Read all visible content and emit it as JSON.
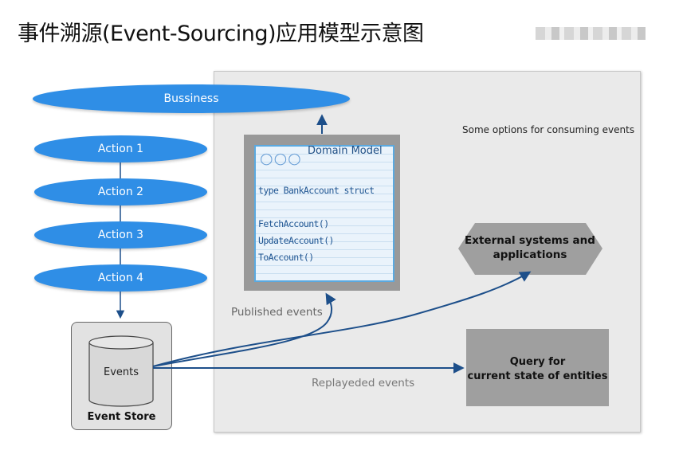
{
  "title": "事件溯源(Event-Sourcing)应用模型示意图",
  "business_label": "Bussiness",
  "actions": [
    "Action 1",
    "Action 2",
    "Action 3",
    "Action 4"
  ],
  "panel_note": "Some options for consuming events",
  "domain_model": {
    "title": "Domain Model",
    "struct_line": "type BankAccount struct",
    "methods": [
      "FetchAccount()",
      "UpdateAccount()",
      "ToAccount()"
    ]
  },
  "event_store": {
    "label": "Event Store",
    "db_label": "Events"
  },
  "external_systems_label": [
    "External systems and",
    "applications"
  ],
  "query_label": [
    "Query for",
    "current state of entities"
  ],
  "flow_labels": {
    "published": "Published events",
    "replayed": "Replayeded events"
  },
  "colors": {
    "pill_blue": "#2f8ee6",
    "arrow_blue": "#1d4f8a",
    "panel_gray": "#eaeaea"
  }
}
